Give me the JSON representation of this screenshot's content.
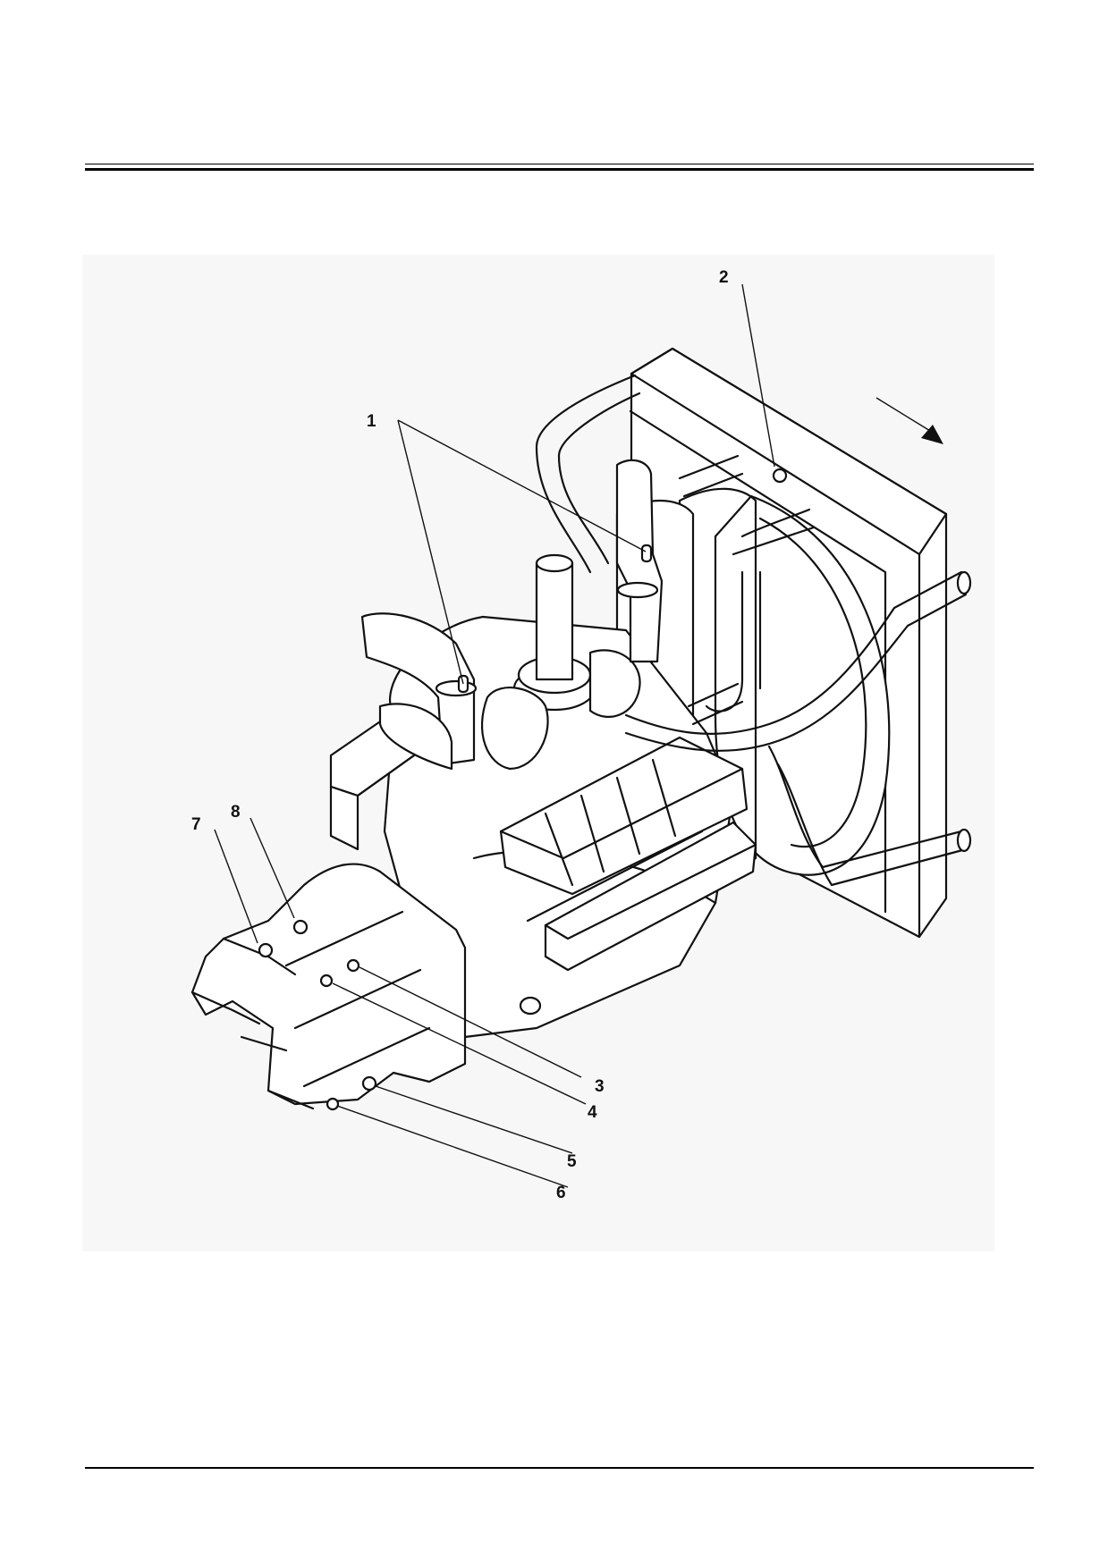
{
  "figure": {
    "callouts": {
      "c1": "1",
      "c2": "2",
      "c3": "3",
      "c4": "4",
      "c5": "5",
      "c6": "6",
      "c7": "7",
      "c8": "8"
    }
  }
}
